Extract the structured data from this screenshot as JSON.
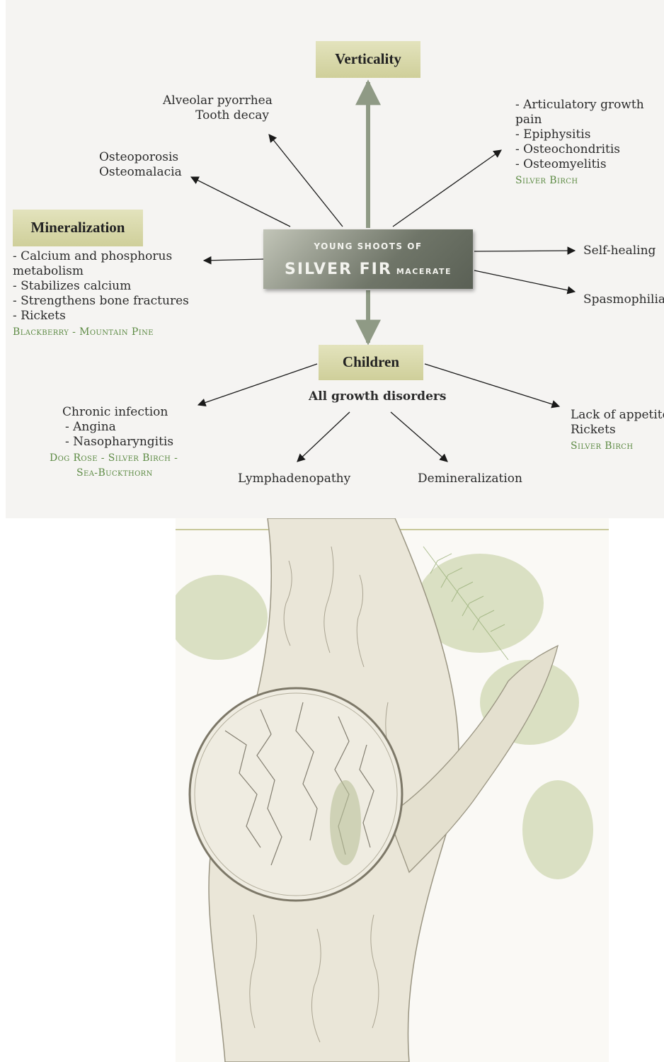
{
  "central": {
    "line1": "Young shoots of",
    "line2_main": "Silver Fir",
    "line2_small": "macerate"
  },
  "boxes": {
    "verticality": "Verticality",
    "mineralization": "Mineralization",
    "children": "Children"
  },
  "top_left_upper": [
    "Alveolar pyorrhea",
    "Tooth decay"
  ],
  "top_left_lower": [
    "Osteoporosis",
    "Osteomalacia"
  ],
  "top_right": {
    "lines": [
      "- Articulatory growth",
      "pain",
      "- Epiphysitis",
      "- Osteochondritis",
      "- Osteomyelitis"
    ],
    "green": "Silver Birch"
  },
  "right": {
    "self_healing": "Self-healing",
    "spasmophilia": "Spasmophilia"
  },
  "mineralization_list": {
    "lines": [
      "- Calcium and phosphorus",
      "metabolism",
      "- Stabilizes calcium",
      "- Strengthens bone fractures",
      "- Rickets"
    ],
    "green": "Blackberry - Mountain Pine"
  },
  "children_sub": "All growth disorders",
  "left_bottom": {
    "lines": [
      "Chronic infection",
      "- Angina",
      "- Nasopharyngitis"
    ],
    "green1": "Dog Rose - Silver Birch -",
    "green2": "Sea-Buckthorn"
  },
  "right_bottom": {
    "lines": [
      "Lack of appetite",
      "Rickets"
    ],
    "green": "Silver Birch"
  },
  "bottom": {
    "left": "Lymphadenopathy",
    "right": "Demineralization"
  },
  "colors": {
    "box_fill": "#d8d8a8",
    "accent_green": "#5c8a43",
    "central_fill": "#7a8074"
  }
}
